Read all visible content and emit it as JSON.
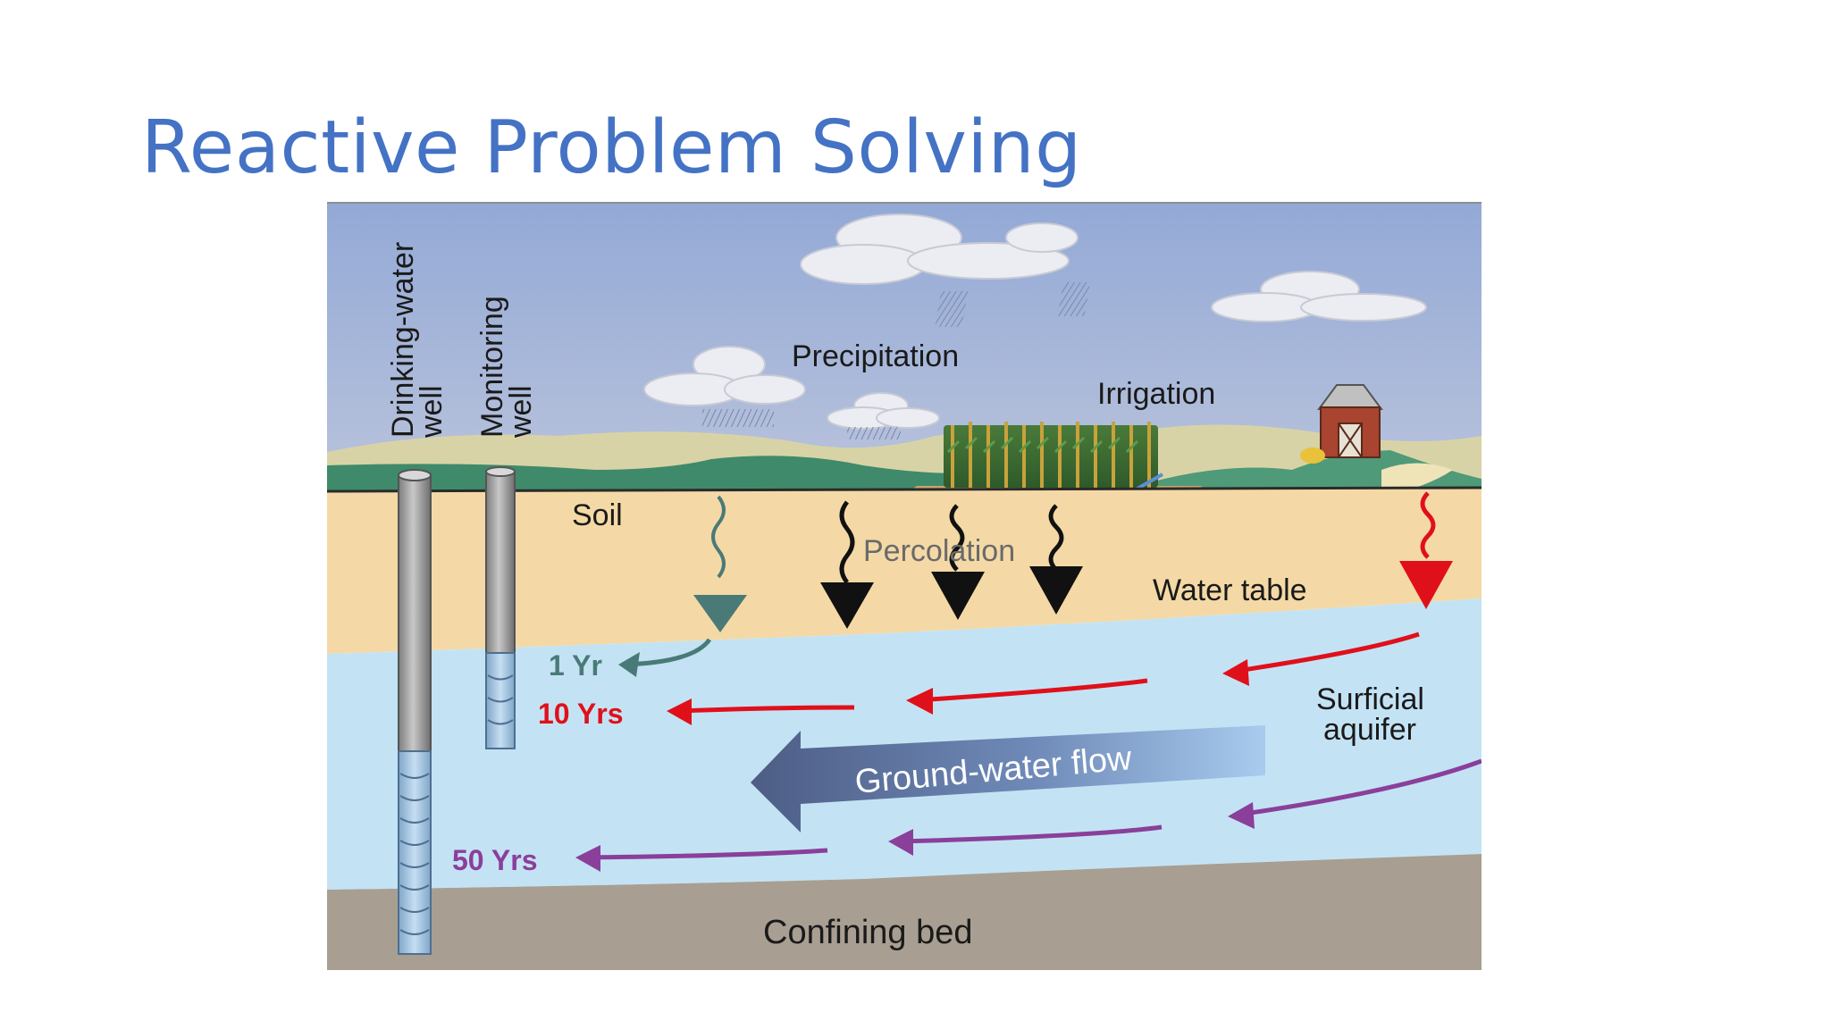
{
  "slide": {
    "title": "Reactive Problem Solving"
  },
  "diagram": {
    "wells": {
      "drinking_water": "Drinking-water",
      "drinking_water_2": "well",
      "monitoring": "Monitoring",
      "monitoring_2": "well"
    },
    "labels": {
      "precipitation": "Precipitation",
      "irrigation": "Irrigation",
      "soil": "Soil",
      "percolation": "Percolation",
      "water_table": "Water table",
      "surficial_aquifer_1": "Surficial",
      "surficial_aquifer_2": "aquifer",
      "ground_water_flow": "Ground-water flow",
      "confining_bed": "Confining bed"
    },
    "travel_times": {
      "one": "1 Yr",
      "ten": "10 Yrs",
      "fifty": "50 Yrs"
    },
    "colors": {
      "title": "#4472c4",
      "one_year": "#4a7a78",
      "ten_years": "#e0101a",
      "fifty_years": "#8a3f9a",
      "soil": "#f4d9a6",
      "aquifer": "#c3e3f5",
      "confining_bed": "#a89f92",
      "sky": "#9fb4d8"
    }
  }
}
